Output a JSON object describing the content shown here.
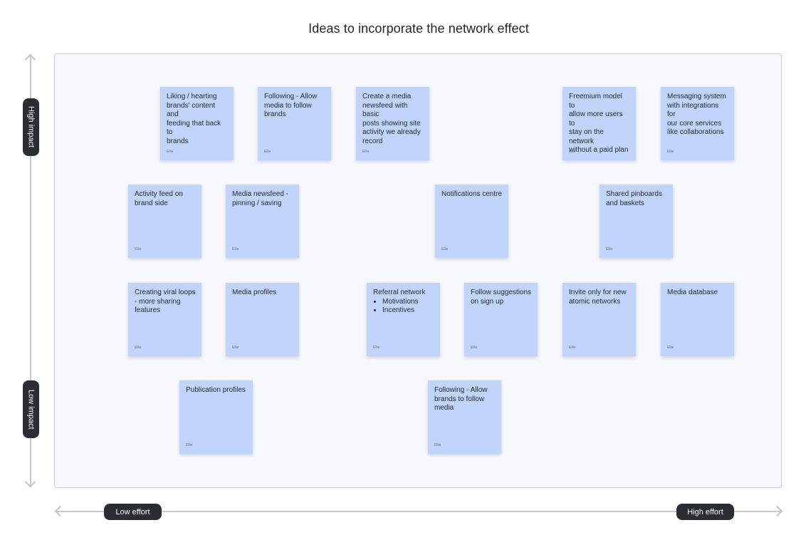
{
  "title": "Ideas to incorporate the network effect",
  "axes": {
    "y_top": "High impact",
    "y_bottom": "Low impact",
    "x_left": "Low effort",
    "x_right": "High effort"
  },
  "colors": {
    "note": "#c1d4fb",
    "board": "#f7f8fc",
    "pill": "#2a2d31"
  },
  "notes": [
    {
      "text": "Liking / hearting\nbrands' content and\nfeeding that back to\nbrands",
      "author": "Ellie"
    },
    {
      "text": "Following - Allow\nmedia to follow\nbrands",
      "author": "Ellie"
    },
    {
      "text": "Create a media\nnewsfeed with basic\nposts showing site\nactivity we already\nrecord",
      "author": "Ellie"
    },
    {
      "text": "Freemium model to\nallow more users to\nstay on the network\nwithout a paid plan",
      "author": "Ellie"
    },
    {
      "text": "Messaging system\nwith integrations for\nour core services\nlike collaborations",
      "author": "Ellie"
    },
    {
      "text": "Activity feed on\nbrand side",
      "author": "Ellie"
    },
    {
      "text": "Media newsfeed -\npinning / saving",
      "author": "Ellie"
    },
    {
      "text": "Notifications centre",
      "author": "Ellie"
    },
    {
      "text": "Shared pinboards\nand baskets",
      "author": "Ellie"
    },
    {
      "text": "Creating viral loops\n- more sharing\nfeatures",
      "author": "Ellie"
    },
    {
      "text": "Media profiles",
      "author": "Ellie"
    },
    {
      "text": "Referral network",
      "bullets": [
        "Motivations",
        "Incentives"
      ],
      "author": "Ellie"
    },
    {
      "text": "Follow suggestions\non sign up",
      "author": "Ellie"
    },
    {
      "text": "Invite only for new\natomic networks",
      "author": "Ellie"
    },
    {
      "text": "Media database",
      "author": "Ellie"
    },
    {
      "text": "Publication profiles",
      "author": "Ellie"
    },
    {
      "text": "Following - Allow\nbrands to follow\nmedia",
      "author": "Ellie"
    }
  ]
}
